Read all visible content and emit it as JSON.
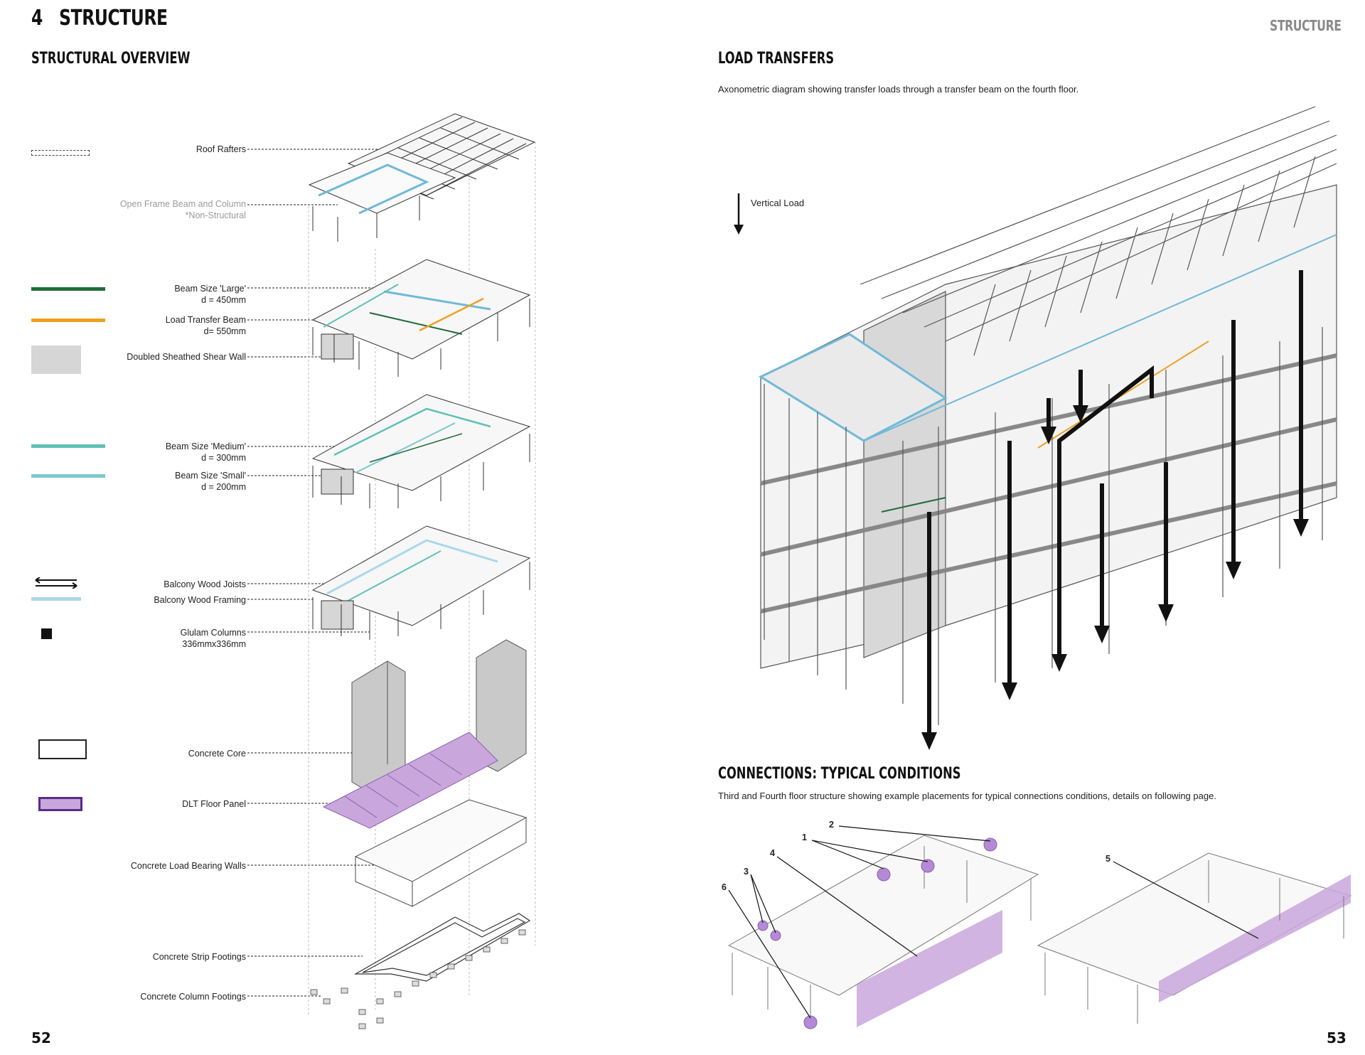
{
  "header": {
    "chapter_number": "4",
    "chapter_title": "STRUCTURE",
    "running_title": "STRUCTURE"
  },
  "left_page": {
    "section_title": "STRUCTURAL OVERVIEW",
    "labels": {
      "roof_rafters": "Roof Rafters",
      "open_frame_1": "Open Frame Beam and Column",
      "open_frame_2": "*Non-Structural",
      "beam_large_1": "Beam Size 'Large'",
      "beam_large_2": "d = 450mm",
      "transfer_1": "Load Transfer Beam",
      "transfer_2": "d= 550mm",
      "shear_wall": "Doubled Sheathed Shear Wall",
      "beam_medium_1": "Beam Size 'Medium'",
      "beam_medium_2": "d = 300mm",
      "beam_small_1": "Beam Size 'Small'",
      "beam_small_2": "d = 200mm",
      "joists": "Balcony Wood Joists",
      "framing": "Balcony Wood Framing",
      "glulam_1": "Glulam Columns",
      "glulam_2": "336mmx336mm",
      "core": "Concrete Core",
      "dlt": "DLT Floor Panel",
      "walls": "Concrete Load Bearing Walls",
      "strip": "Concrete Strip Footings",
      "column_footings": "Concrete Column Footings"
    },
    "page_number": "52"
  },
  "right_page": {
    "section_title": "LOAD TRANSFERS",
    "description": "Axonometric diagram showing transfer loads through a transfer beam on the fourth floor.",
    "vertical_load_label": "Vertical Load",
    "connections_title": "CONNECTIONS: TYPICAL CONDITIONS",
    "connections_description": "Third and Fourth floor structure showing example placements for typical connections conditions, details on following page.",
    "callouts": [
      "1",
      "2",
      "3",
      "4",
      "5",
      "6"
    ],
    "page_number": "53"
  },
  "colors": {
    "beam_large": "#1f6b3a",
    "transfer_beam": "#f0a020",
    "shear_wall": "#d6d6d6",
    "beam_medium": "#5fc1b6",
    "beam_small": "#7fc7cf",
    "balcony_framing": "#a9d8ea",
    "dlt_panel": "#c9a7dc",
    "dlt_border": "#5b2a8a",
    "connection_marker": "#b48ad6"
  }
}
